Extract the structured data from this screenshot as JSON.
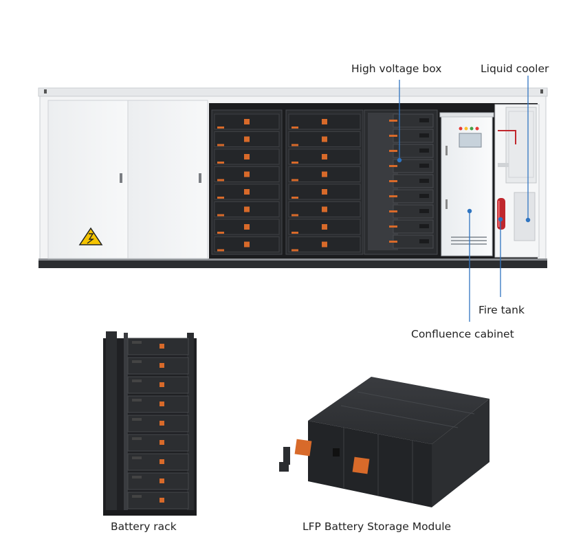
{
  "labels": {
    "high_voltage_box": "High voltage box",
    "liquid_cooler": "Liquid cooler",
    "fire_tank": "Fire tank",
    "confluence_cabinet": "Confluence cabinet",
    "battery_rack": "Battery rack",
    "lfp_module": "LFP Battery Storage Module"
  },
  "colors": {
    "leader_line": "#2f74c0",
    "container_body": "#f2f3f4",
    "battery_dark": "#222427",
    "accent_orange": "#d86a2a",
    "fire_tank": "#c0272d",
    "warning_yellow": "#f5c400"
  },
  "icons": {
    "warning": "warning-triangle-icon"
  }
}
